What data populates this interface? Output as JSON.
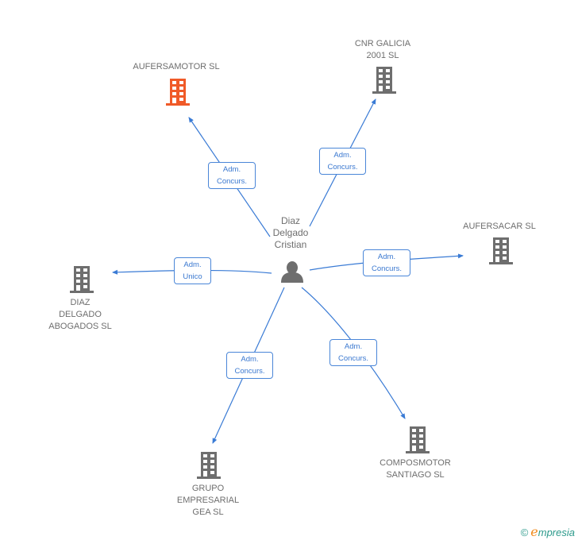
{
  "colors": {
    "edge": "#3a7bd5",
    "building_default": "#6e6e6e",
    "building_highlight": "#f05a28",
    "person": "#6e6e6e",
    "label_text": "#6e6e6e"
  },
  "center": {
    "name": "Diaz\nDelgado\nCristian",
    "icon": "person-icon"
  },
  "nodes": [
    {
      "id": "aufersamotor",
      "label": "AUFERSAMOTOR SL",
      "icon": "building-icon",
      "highlight": true,
      "edge_label": "Adm.\nConcurs."
    },
    {
      "id": "cnr-galicia",
      "label": "CNR GALICIA\n2001 SL",
      "icon": "building-icon",
      "highlight": false,
      "edge_label": "Adm.\nConcurs."
    },
    {
      "id": "aufersacar",
      "label": "AUFERSACAR SL",
      "icon": "building-icon",
      "highlight": false,
      "edge_label": "Adm.\nConcurs."
    },
    {
      "id": "diaz-delgado-abogados",
      "label": "DIAZ\nDELGADO\nABOGADOS  SL",
      "icon": "building-icon",
      "highlight": false,
      "edge_label": "Adm.\nUnico"
    },
    {
      "id": "composmotor",
      "label": "COMPOSMOTOR\nSANTIAGO SL",
      "icon": "building-icon",
      "highlight": false,
      "edge_label": "Adm.\nConcurs."
    },
    {
      "id": "grupo-empresarial",
      "label": "GRUPO\nEMPRESARIAL\nGEA SL",
      "icon": "building-icon",
      "highlight": false,
      "edge_label": "Adm.\nConcurs."
    }
  ],
  "footer": {
    "copyright_symbol": "©",
    "brand_initial": "e",
    "brand_rest": "mpresia"
  }
}
